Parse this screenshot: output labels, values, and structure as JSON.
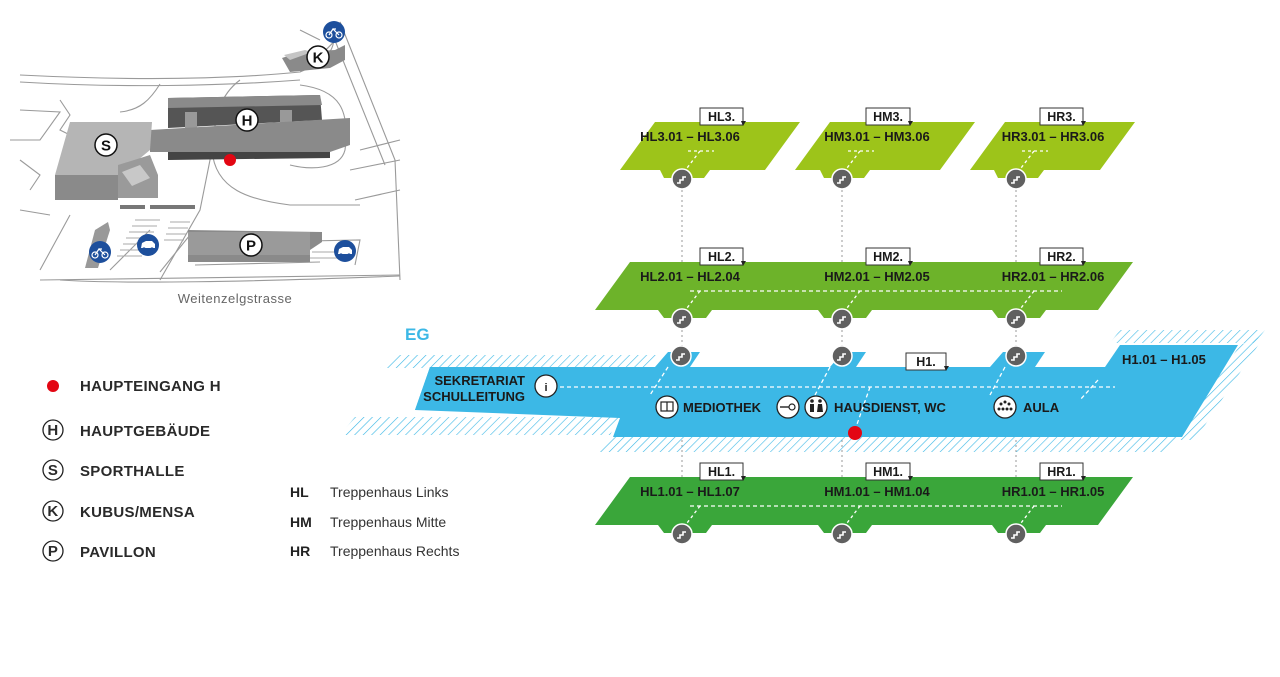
{
  "site_map": {
    "street_name": "Weitenzelgstrasse",
    "buildings": [
      {
        "id": "H",
        "name": "Hauptgebäude"
      },
      {
        "id": "S",
        "name": "Sporthalle"
      },
      {
        "id": "K",
        "name": "Kubus/Mensa"
      },
      {
        "id": "P",
        "name": "Pavillon"
      }
    ],
    "icons": [
      "bicycle-parking-icon",
      "bicycle-parking-icon",
      "car-parking-icon",
      "car-parking-icon"
    ],
    "entrance_marker": "main-entrance"
  },
  "legend": {
    "entrance_label": "HAUPTEINGANG H",
    "items": [
      {
        "symbol": "H",
        "label": "HAUPTGEBÄUDE"
      },
      {
        "symbol": "S",
        "label": "SPORTHALLE"
      },
      {
        "symbol": "K",
        "label": "KUBUS/MENSA"
      },
      {
        "symbol": "P",
        "label": "PAVILLON"
      }
    ],
    "stairs": [
      {
        "code": "HL",
        "label": "Treppenhaus Links"
      },
      {
        "code": "HM",
        "label": "Treppenhaus Mitte"
      },
      {
        "code": "HR",
        "label": "Treppenhaus Rechts"
      }
    ]
  },
  "floors": {
    "floor3": {
      "color": "#9dc41a",
      "sections": [
        {
          "tag": "HL3.",
          "range": "HL3.01 – HL3.06"
        },
        {
          "tag": "HM3.",
          "range": "HM3.01 – HM3.06"
        },
        {
          "tag": "HR3.",
          "range": "HR3.01 – HR3.06"
        }
      ]
    },
    "floor2": {
      "color": "#6db32a",
      "sections": [
        {
          "tag": "HL2.",
          "range": "HL2.01 – HL2.04"
        },
        {
          "tag": "HM2.",
          "range": "HM2.01 – HM2.05"
        },
        {
          "tag": "HR2.",
          "range": "HR2.01 – HR2.06"
        }
      ]
    },
    "eg": {
      "label": "EG",
      "color": "#3cb8e6",
      "tag": "H1.",
      "range": "H1.01 – H1.05",
      "rooms": {
        "sekretariat_1": "SEKRETARIAT",
        "sekretariat_2": "SCHULLEITUNG",
        "mediothek": "MEDIOTHEK",
        "hausdienst": "HAUSDIENST, WC",
        "aula": "AULA"
      }
    },
    "floor1": {
      "color": "#3aa63a",
      "sections": [
        {
          "tag": "HL1.",
          "range": "HL1.01 – HL1.07"
        },
        {
          "tag": "HM1.",
          "range": "HM1.01 – HM1.04"
        },
        {
          "tag": "HR1.",
          "range": "HR1.01 – HR1.05"
        }
      ]
    }
  },
  "colors": {
    "entrance": "#e30613",
    "parking_icon": "#1d4f9c",
    "stairs_icon": "#606060",
    "building_dark": "#555555",
    "building_mid": "#8a8a8a",
    "building_light": "#b5b5b5"
  }
}
